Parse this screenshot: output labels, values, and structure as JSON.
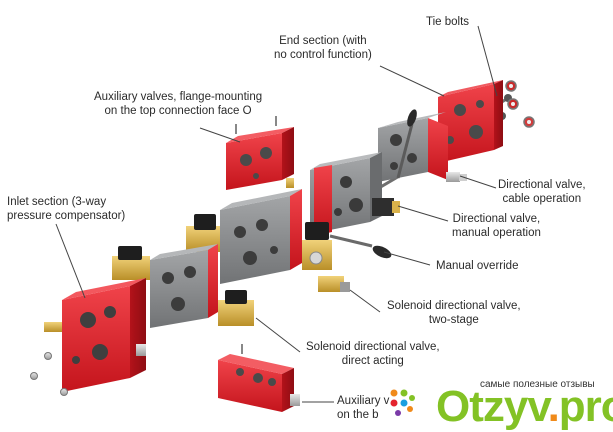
{
  "labels": {
    "tie_bolts": "Tie bolts",
    "end_section": "End section (with\nno control function)",
    "aux_top": "Auxiliary valves, flange-mounting\non the top connection face O",
    "inlet": "Inlet section (3-way\npressure compensator)",
    "dir_cable": "Directional valve,\ncable operation",
    "dir_manual": "Directional valve,\nmanual operation",
    "manual_override": "Manual override",
    "solenoid_two": "Solenoid directional valve,\ntwo-stage",
    "solenoid_direct": "Solenoid directional valve,\ndirect acting",
    "aux_bottom": "Auxiliary v\non the b"
  },
  "watermark": {
    "caption": "самые полезные отзывы",
    "brand_main": "Otzyv",
    "brand_dot": ".",
    "brand_tld": "pro"
  },
  "colors": {
    "valve_red": "#e2222b",
    "valve_grey": "#8a8c8e",
    "brass": "#d8b24a",
    "brand_green": "#83c225",
    "brand_orange": "#f08a1a"
  }
}
